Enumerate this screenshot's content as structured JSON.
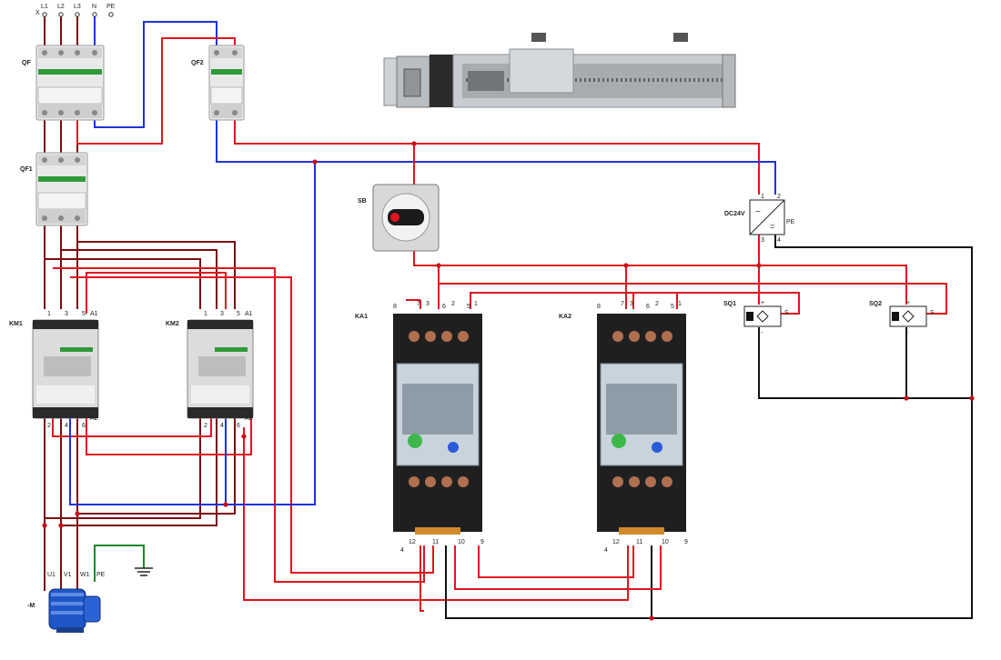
{
  "supply": {
    "phases": [
      "L1",
      "L2",
      "L3",
      "N",
      "PE"
    ],
    "marker": "X"
  },
  "breakers": {
    "qf": "QF",
    "qf1": "QF1",
    "qf2": "QF2"
  },
  "contactors": [
    {
      "name": "KM1",
      "top": [
        "1",
        "3",
        "5",
        "A1"
      ],
      "bottom": [
        "2",
        "4",
        "6",
        "A2"
      ]
    },
    {
      "name": "KM2",
      "top": [
        "1",
        "3",
        "5",
        "A1"
      ],
      "bottom": [
        "2",
        "4",
        "6",
        "A2"
      ]
    }
  ],
  "relays": [
    {
      "name": "KA1",
      "top": [
        "8",
        "7",
        "6",
        "5",
        "3",
        "2",
        "1"
      ],
      "bottom": [
        "4",
        "12",
        "11",
        "10",
        "9"
      ]
    },
    {
      "name": "KA2",
      "top": [
        "8",
        "7",
        "6",
        "5",
        "3",
        "2",
        "1"
      ],
      "bottom": [
        "4",
        "12",
        "11",
        "10",
        "9"
      ]
    }
  ],
  "selector_switch": "SB",
  "power_supply": {
    "name": "DC24V",
    "pins": [
      "1",
      "2",
      "3",
      "4"
    ],
    "pe": "PE"
  },
  "sensors": [
    {
      "name": "SQ1",
      "plus": "+",
      "signal": "S",
      "minus": "-"
    },
    {
      "name": "SQ2",
      "plus": "+",
      "signal": "S",
      "minus": "-"
    }
  ],
  "motor": {
    "name": "-M",
    "terminals": [
      "U1",
      "V1",
      "W1",
      "PE"
    ]
  },
  "colors": {
    "red": "#e0141e",
    "dark_red": "#7a0a12",
    "blue": "#1f32d8",
    "black": "#111111",
    "green": "#1a8a2a"
  }
}
